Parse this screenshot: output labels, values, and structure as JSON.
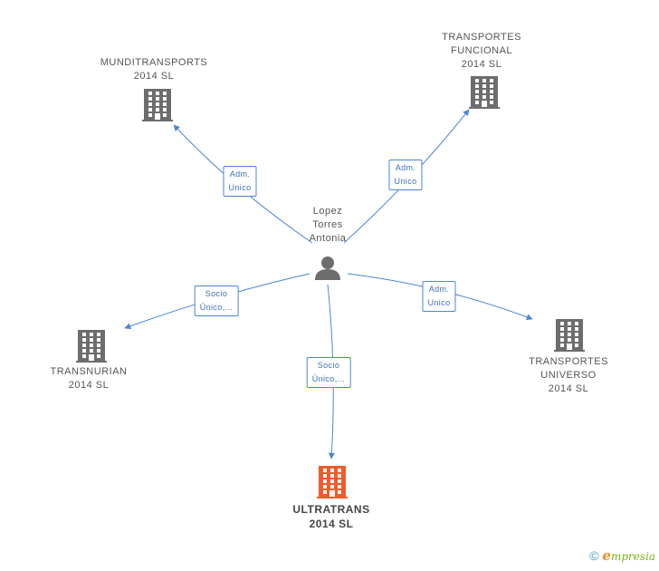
{
  "center": {
    "name_lines": [
      "Lopez",
      "Torres",
      "Antonia"
    ]
  },
  "companies": [
    {
      "id": "munditransports",
      "lines": [
        "MUNDITRANSPORTS",
        "2014  SL"
      ],
      "role": [
        "Adm.",
        "Unico"
      ],
      "main": false
    },
    {
      "id": "transportes-funcional",
      "lines": [
        "TRANSPORTES",
        "FUNCIONAL",
        "2014  SL"
      ],
      "role": [
        "Adm.",
        "Unico"
      ],
      "main": false
    },
    {
      "id": "transnurian",
      "lines": [
        "TRANSNURIAN",
        "2014  SL"
      ],
      "role": [
        "Socio",
        "Único,..."
      ],
      "main": false
    },
    {
      "id": "transportes-universo",
      "lines": [
        "TRANSPORTES",
        "UNIVERSO",
        "2014  SL"
      ],
      "role": [
        "Adm.",
        "Unico"
      ],
      "main": false
    },
    {
      "id": "ultratrans",
      "lines": [
        "ULTRATRANS",
        "2014  SL"
      ],
      "role": [
        "Socio",
        "Único,..."
      ],
      "main": true
    }
  ],
  "colors": {
    "edge": "#4a86d4",
    "building": "#6d6d6d",
    "main_building": "#f15a2b",
    "person": "#6d6d6d"
  },
  "footer": {
    "copyright": "©",
    "brand_initial": "e",
    "brand_rest": "mpresia"
  }
}
